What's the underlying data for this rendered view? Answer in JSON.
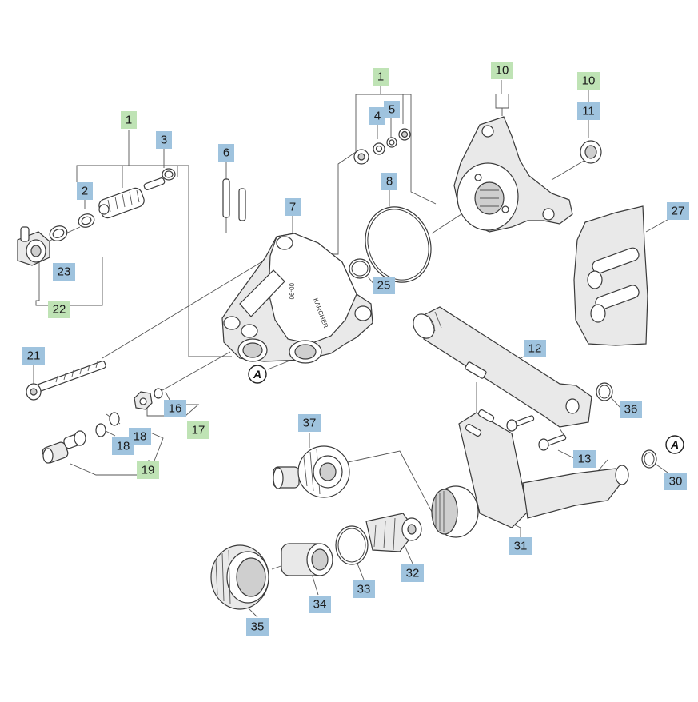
{
  "colors": {
    "item_label_bg": "#9fc3de",
    "group_label_bg": "#bfe3b5",
    "line": "#3a3a3a",
    "background": "#ffffff"
  },
  "labels": [
    {
      "id": "l1a",
      "text": "1",
      "kind": "group"
    },
    {
      "id": "l2",
      "text": "2",
      "kind": "item"
    },
    {
      "id": "l3",
      "text": "3",
      "kind": "item"
    },
    {
      "id": "l23",
      "text": "23",
      "kind": "item"
    },
    {
      "id": "l22",
      "text": "22",
      "kind": "group"
    },
    {
      "id": "l6",
      "text": "6",
      "kind": "item"
    },
    {
      "id": "l7",
      "text": "7",
      "kind": "item"
    },
    {
      "id": "l1b",
      "text": "1",
      "kind": "group"
    },
    {
      "id": "l4",
      "text": "4",
      "kind": "item"
    },
    {
      "id": "l5",
      "text": "5",
      "kind": "item"
    },
    {
      "id": "l8",
      "text": "8",
      "kind": "item"
    },
    {
      "id": "l25",
      "text": "25",
      "kind": "item"
    },
    {
      "id": "l10a",
      "text": "10",
      "kind": "group"
    },
    {
      "id": "l10b",
      "text": "10",
      "kind": "group"
    },
    {
      "id": "l11",
      "text": "11",
      "kind": "item"
    },
    {
      "id": "l27",
      "text": "27",
      "kind": "item"
    },
    {
      "id": "l21",
      "text": "21",
      "kind": "item"
    },
    {
      "id": "l16",
      "text": "16",
      "kind": "item"
    },
    {
      "id": "l17",
      "text": "17",
      "kind": "group"
    },
    {
      "id": "l18a",
      "text": "18",
      "kind": "item"
    },
    {
      "id": "l18b",
      "text": "18",
      "kind": "item"
    },
    {
      "id": "l19",
      "text": "19",
      "kind": "group"
    },
    {
      "id": "l12",
      "text": "12",
      "kind": "item"
    },
    {
      "id": "l36",
      "text": "36",
      "kind": "item"
    },
    {
      "id": "l13",
      "text": "13",
      "kind": "item"
    },
    {
      "id": "l30",
      "text": "30",
      "kind": "item"
    },
    {
      "id": "l37",
      "text": "37",
      "kind": "item"
    },
    {
      "id": "l31",
      "text": "31",
      "kind": "item"
    },
    {
      "id": "l32",
      "text": "32",
      "kind": "item"
    },
    {
      "id": "l33",
      "text": "33",
      "kind": "item"
    },
    {
      "id": "l34",
      "text": "34",
      "kind": "item"
    },
    {
      "id": "l35",
      "text": "35",
      "kind": "item"
    }
  ],
  "references": {
    "connector_a": "A"
  },
  "casting_marks": {
    "date_stamp": "00-90",
    "brand": "KARCHER"
  }
}
